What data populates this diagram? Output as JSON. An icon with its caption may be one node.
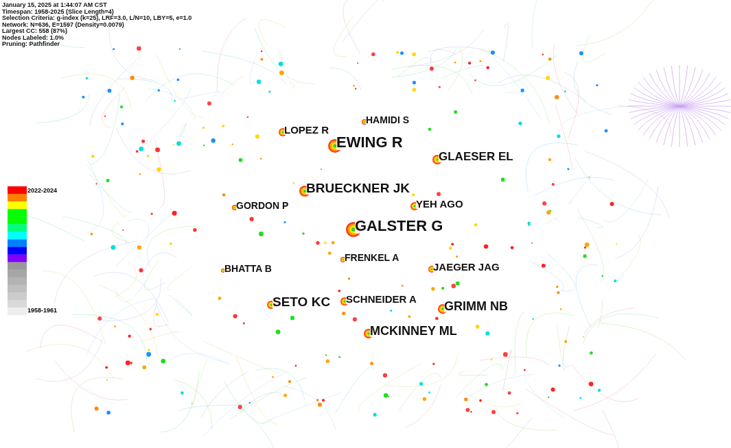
{
  "diagram": {
    "nodes": [
      {
        "text": [
          "HAMIDI S"
        ]
      },
      {
        "text": [
          "LOPEZ R"
        ]
      },
      {
        "text": [
          "EWING R"
        ]
      },
      {
        "text": [
          "GLAESER EL"
        ]
      },
      {
        "text": [
          "BRUECKNER JK"
        ]
      },
      {
        "text": [
          "GORDON P"
        ]
      },
      {
        "text": [
          "YEH AGO"
        ]
      },
      {
        "text": [
          "GALSTER G"
        ]
      },
      {
        "text": [
          "FRENKEL A"
        ]
      },
      {
        "text": [
          "BHATTA B"
        ]
      },
      {
        "text": [
          "JAEGER JAG"
        ]
      },
      {
        "text": [
          "SETO KC"
        ]
      },
      {
        "text": [
          "SCHNEIDER A"
        ]
      },
      {
        "text": [
          "GRIMM NB"
        ]
      },
      {
        "text": [
          "MCKINNEY ML"
        ]
      }
    ],
    "labels": [
      "January 15, 2025 at 1:44:07 AM CST",
      "Timespan: 1958-2025 (Slice Length=4)",
      "Selection Criteria: g-index (k=25), LRF=3.0, L/N=10, LBY=5, e=1.0",
      "Network: N=636, E=1597 (Density=0.0079)",
      "Largest CC: 558 (87%)",
      "Nodes Labeled: 1.0%",
      "Pruning: Pathfinder"
    ],
    "legend": [
      {
        "text": "2022-2024",
        "color": "#ff0000"
      },
      {
        "text": "1958-1961",
        "color": "#eeeeee"
      }
    ]
  }
}
